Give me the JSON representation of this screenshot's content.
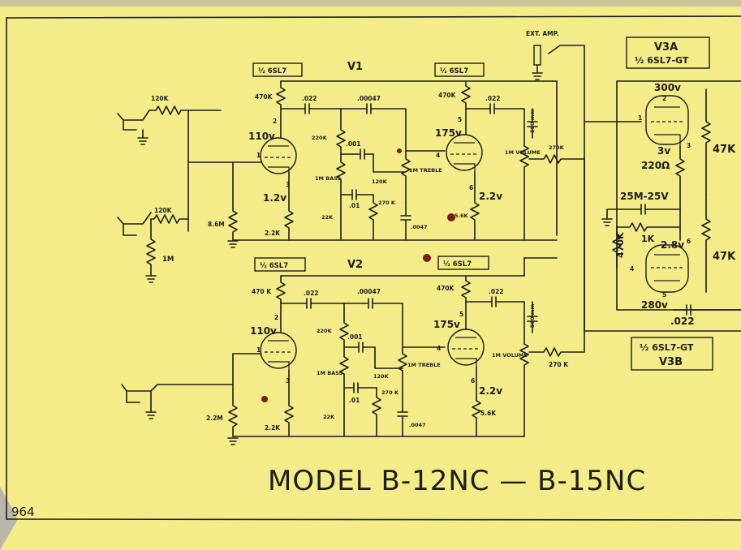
{
  "title": "MODEL B-12NC — B-15NC",
  "sheet_number": "964",
  "tube_labels": {
    "v1": "V1",
    "v2": "V2",
    "half_6sl7": "½ 6SL7",
    "v3a_name": "V3A",
    "v3a_type": "½ 6SL7-GT",
    "v3b_type": "½ 6SL7-GT",
    "v3b_name": "V3B"
  },
  "ext_amp": "EXT. AMP.",
  "components": {
    "r120k": "120K",
    "r1m": "1M",
    "r8_6m": "8.6M",
    "r2_2m": "2.2M",
    "r470k": "470K",
    "r470k_sp": "470 K",
    "c022": ".022",
    "c00047": ".00047",
    "r220k": "220K",
    "c001": ".001",
    "bass": "1M BASS",
    "treble": "1M TREBLE",
    "c01": ".01",
    "r270k_top": "270 K",
    "r22k": "22K",
    "c0047": ".0047",
    "r2_2k": "2.2K",
    "r5_6k": "5.6K",
    "volume": "1M VOLUME",
    "c500": "500 mm",
    "r270k_v1": "270K",
    "r270k_v2": "270 K",
    "v3_47k": "47K",
    "v3_220ohm": "220Ω",
    "v3_25m": "25M-25V",
    "v3_1k": "1K",
    "v3_470k": "470K",
    "v3_47k_b": "47K"
  },
  "voltages": {
    "v110": "110v",
    "v1_2": "1.2v",
    "v175": "175v",
    "v2_2": "2.2v",
    "v300": "300v",
    "v3": "3v",
    "v2_8": "2.8v",
    "v280": "280v"
  },
  "pins": {
    "p1": "1",
    "p2": "2",
    "p3": "3",
    "p4": "4",
    "p5": "5",
    "p6": "6"
  }
}
